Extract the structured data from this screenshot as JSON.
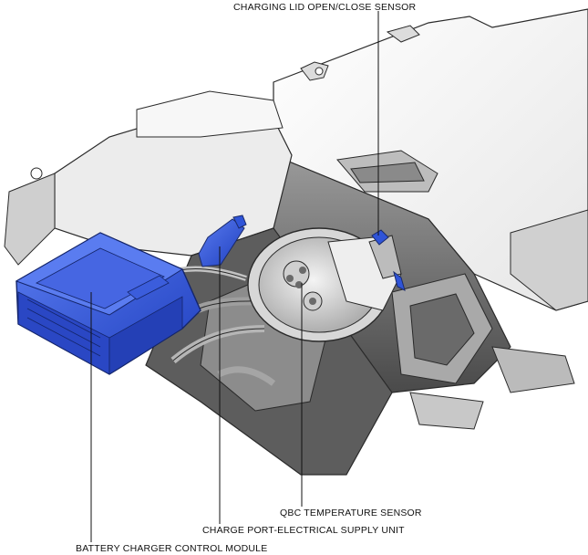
{
  "labels": {
    "charging_lid_sensor": "CHARGING LID OPEN/CLOSE SENSOR",
    "qbc_temperature_sensor": "QBC TEMPERATURE SENSOR",
    "charge_port_supply_unit": "CHARGE PORT-ELECTRICAL SUPPLY UNIT",
    "battery_charger_module": "BATTERY CHARGER CONTROL MODULE"
  },
  "colors": {
    "module_highlight": "#2f54d8",
    "body_light": "#eeeeee",
    "body_mid": "#c9c9c9",
    "body_dark": "#3c3c3c",
    "outline": "#2a2a2a"
  }
}
